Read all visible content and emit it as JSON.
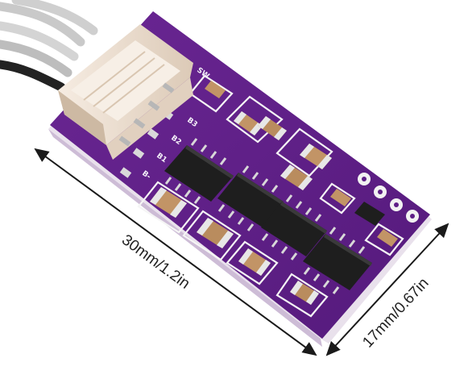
{
  "dimensions": {
    "length_label": "30mm/1.2in",
    "width_label": "17mm/0.67in"
  },
  "board": {
    "silkscreen": {
      "b3": "B3",
      "b2": "B2",
      "b1": "B1",
      "b_minus": "B-",
      "sw": "SW"
    }
  },
  "colors": {
    "pcb": "#5e1f86",
    "pcb_dark": "#3f1260",
    "connector": "#efe3d5",
    "chip": "#1e1e1e",
    "capacitor": "#b98c5e",
    "pad": "#e8e8e8"
  }
}
